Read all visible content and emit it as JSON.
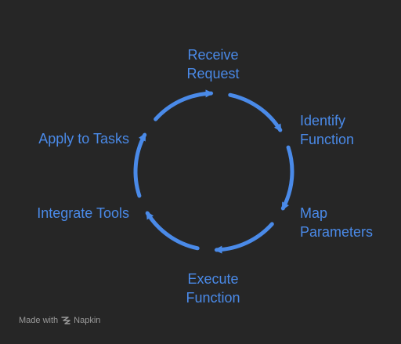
{
  "diagram": {
    "type": "cycle",
    "accent_color": "#4a8ae8",
    "background_color": "#262626",
    "steps": [
      {
        "id": "receive",
        "lines": [
          "Receive",
          "Request"
        ]
      },
      {
        "id": "identify",
        "lines": [
          "Identify",
          "Function"
        ]
      },
      {
        "id": "map",
        "lines": [
          "Map",
          "Parameters"
        ]
      },
      {
        "id": "execute",
        "lines": [
          "Execute",
          "Function"
        ]
      },
      {
        "id": "integrate",
        "lines": [
          "Integrate Tools"
        ]
      },
      {
        "id": "apply",
        "lines": [
          "Apply to Tasks"
        ]
      }
    ]
  },
  "footer": {
    "made_with": "Made with",
    "brand": "Napkin",
    "brand_icon": "napkin-logo-icon"
  }
}
